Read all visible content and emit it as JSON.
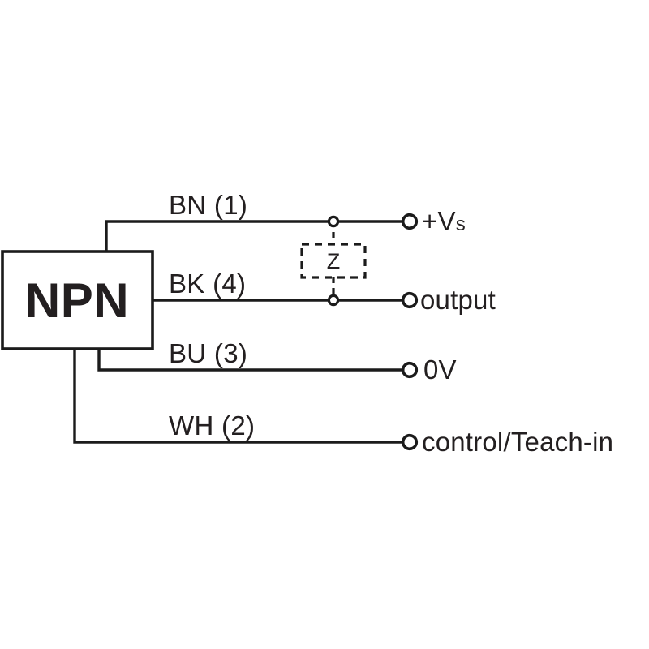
{
  "diagram": {
    "type": "sensor-wiring-diagram",
    "device": {
      "label": "NPN"
    },
    "protection_element": {
      "label": "Z",
      "style": "dashed"
    },
    "wires": [
      {
        "id": "bn",
        "label": "BN (1)",
        "color_code": "BN",
        "pin": "1",
        "terminal": "+Vs",
        "terminal_prefix": "+V",
        "terminal_suffix": "s"
      },
      {
        "id": "bk",
        "label": "BK (4)",
        "color_code": "BK",
        "pin": "4",
        "terminal": "output"
      },
      {
        "id": "bu",
        "label": "BU (3)",
        "color_code": "BU",
        "pin": "3",
        "terminal": "0V"
      },
      {
        "id": "wh",
        "label": "WH (2)",
        "color_code": "WH",
        "pin": "2",
        "terminal": "control/Teach-in"
      }
    ],
    "colors": {
      "line": "#1b1b1b",
      "text": "#231f20",
      "background": "#ffffff"
    }
  }
}
